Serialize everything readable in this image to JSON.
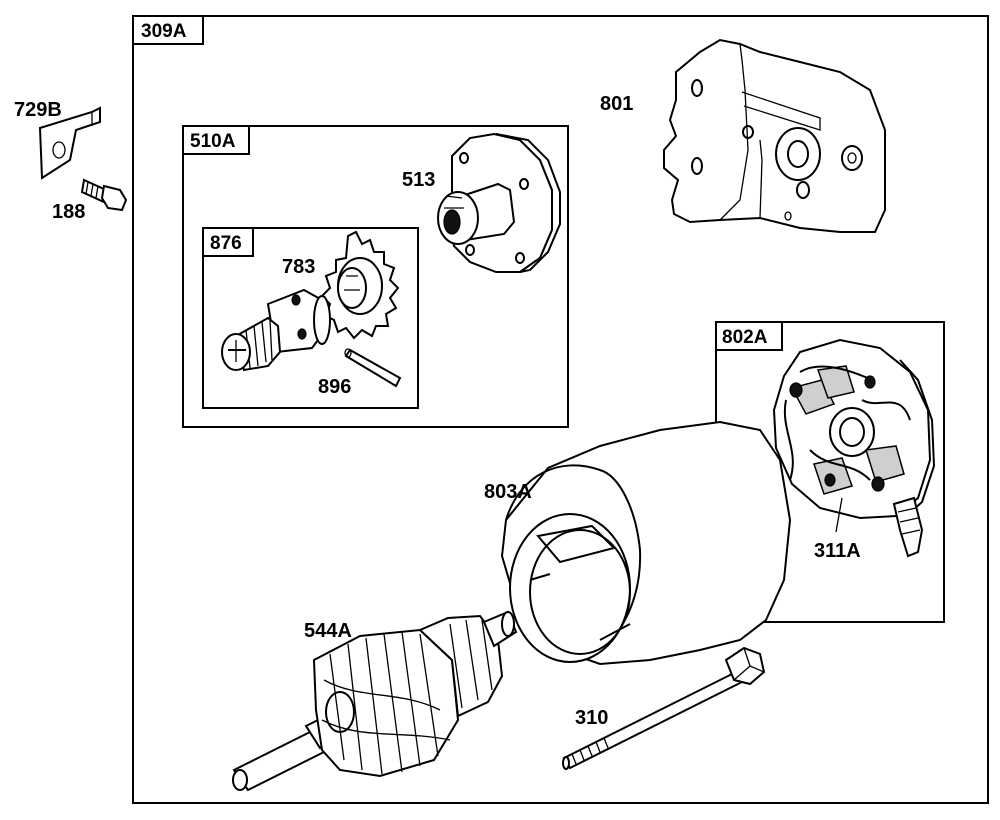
{
  "boxes": {
    "outer": "309A",
    "solenoid_kit": "510A",
    "drive_kit": "876",
    "brush_kit": "802A"
  },
  "parts": {
    "bracket_small": "729B",
    "screw_small": "188",
    "end_cap": "801",
    "drive_housing": "513",
    "pinion_gear": "783",
    "roll_pin": "896",
    "motor_housing": "803A",
    "brush_assembly": "311A",
    "armature": "544A",
    "through_bolt": "310"
  }
}
